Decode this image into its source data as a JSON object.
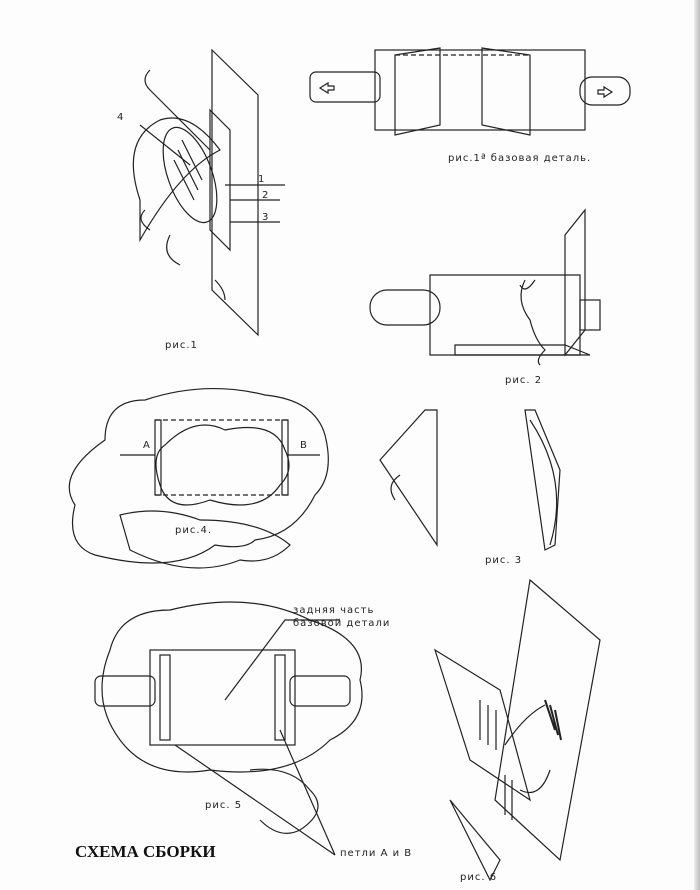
{
  "fig1": {
    "caption": "рис.1",
    "callouts": [
      "4",
      "1",
      "2",
      "3"
    ]
  },
  "fig1a": {
    "caption": "рис.1ª базовая деталь."
  },
  "fig2": {
    "caption": "рис. 2"
  },
  "fig3": {
    "caption": "рис. 3"
  },
  "fig4": {
    "caption": "рис.4.",
    "label_a": "А",
    "label_b": "В"
  },
  "fig5": {
    "caption": "рис. 5",
    "note_back": "задняя часть",
    "note_back2": "базовой детали",
    "note_loops": "петли А и В"
  },
  "fig6": {
    "caption": "рис. 6"
  },
  "page_title": "СХЕМА СБОРКИ"
}
